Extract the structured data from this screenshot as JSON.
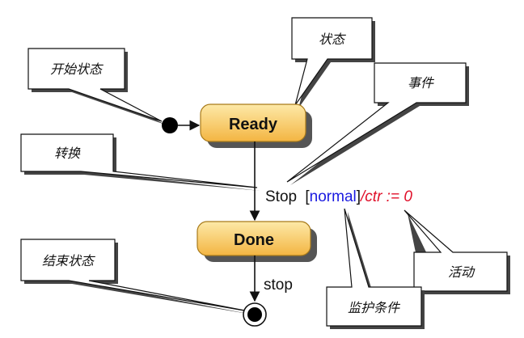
{
  "states": {
    "ready": "Ready",
    "done": "Done"
  },
  "transition_label": {
    "event": "Stop",
    "guard_open": "[",
    "guard": "normal",
    "guard_close": "]",
    "action": "/ctr := 0"
  },
  "final_transition_label": "stop",
  "callouts": {
    "initial_state": "开始状态",
    "state": "状态",
    "event": "事件",
    "transition": "转换",
    "final_state": "结束状态",
    "activity": "活动",
    "guard_condition": "监护条件"
  },
  "colors": {
    "state_fill_top": "#fde9a8",
    "state_fill_bottom": "#f3b542",
    "state_border": "#a87a1a",
    "guard": "#1a1ae0",
    "action": "#e0102a",
    "callout_fill": "#ffffff",
    "shadow": "#444444"
  }
}
